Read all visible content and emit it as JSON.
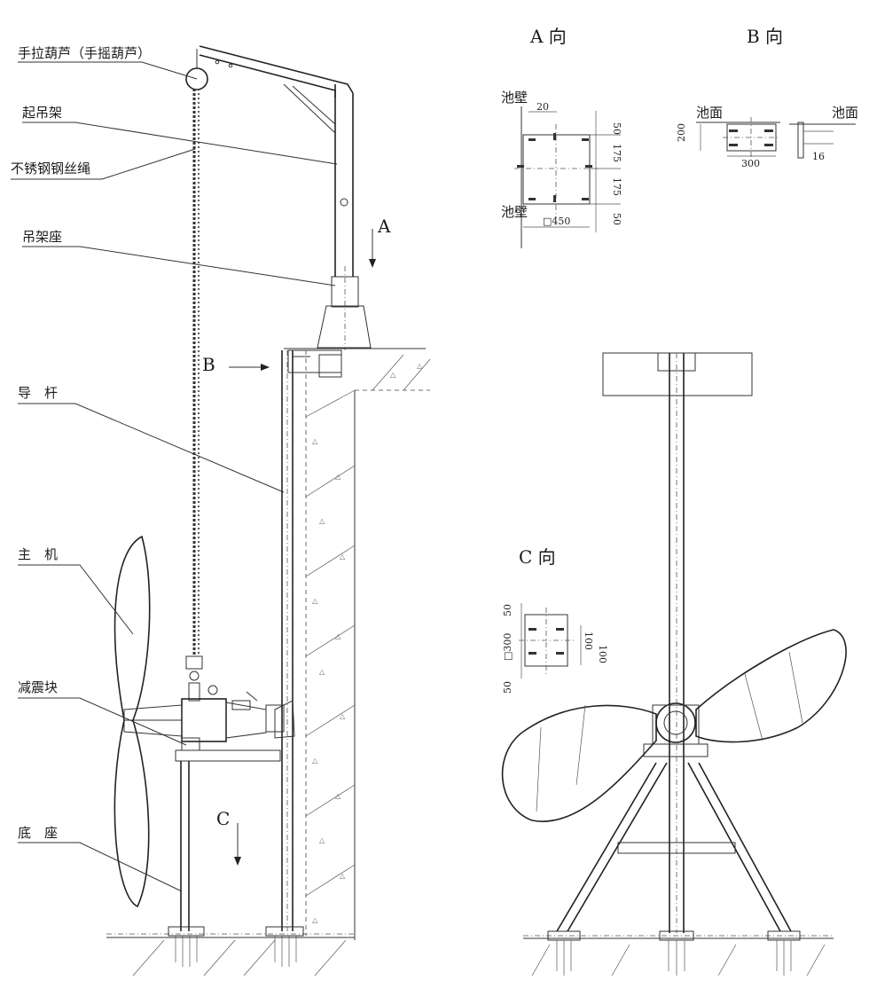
{
  "labels": {
    "chain_hoist": "手拉葫芦（手摇葫芦）",
    "lifting_frame": "起吊架",
    "wire_rope": "不锈钢钢丝绳",
    "frame_seat": "吊架座",
    "guide_rod": "导　杆",
    "main_unit": "主　机",
    "damper": "减震块",
    "base": "底　座"
  },
  "arrows": {
    "a": "A",
    "b": "B",
    "c": "C"
  },
  "views": {
    "a_title": "A 向",
    "b_title": "B 向",
    "c_title": "C 向",
    "a_wall_top": "池壁",
    "a_wall_bottom": "池壁",
    "b_face_left": "池面",
    "b_face_right": "池面"
  },
  "dimensions": {
    "a_20": "20",
    "a_50_top": "50",
    "a_175_1": "175",
    "a_175_2": "175",
    "a_50_bottom": "50",
    "a_450": "□450",
    "b_200": "200",
    "b_300": "300",
    "b_16": "16",
    "c_50_top": "50",
    "c_300": "□300",
    "c_100_1": "100",
    "c_100_2": "100",
    "c_50_bottom": "50"
  }
}
